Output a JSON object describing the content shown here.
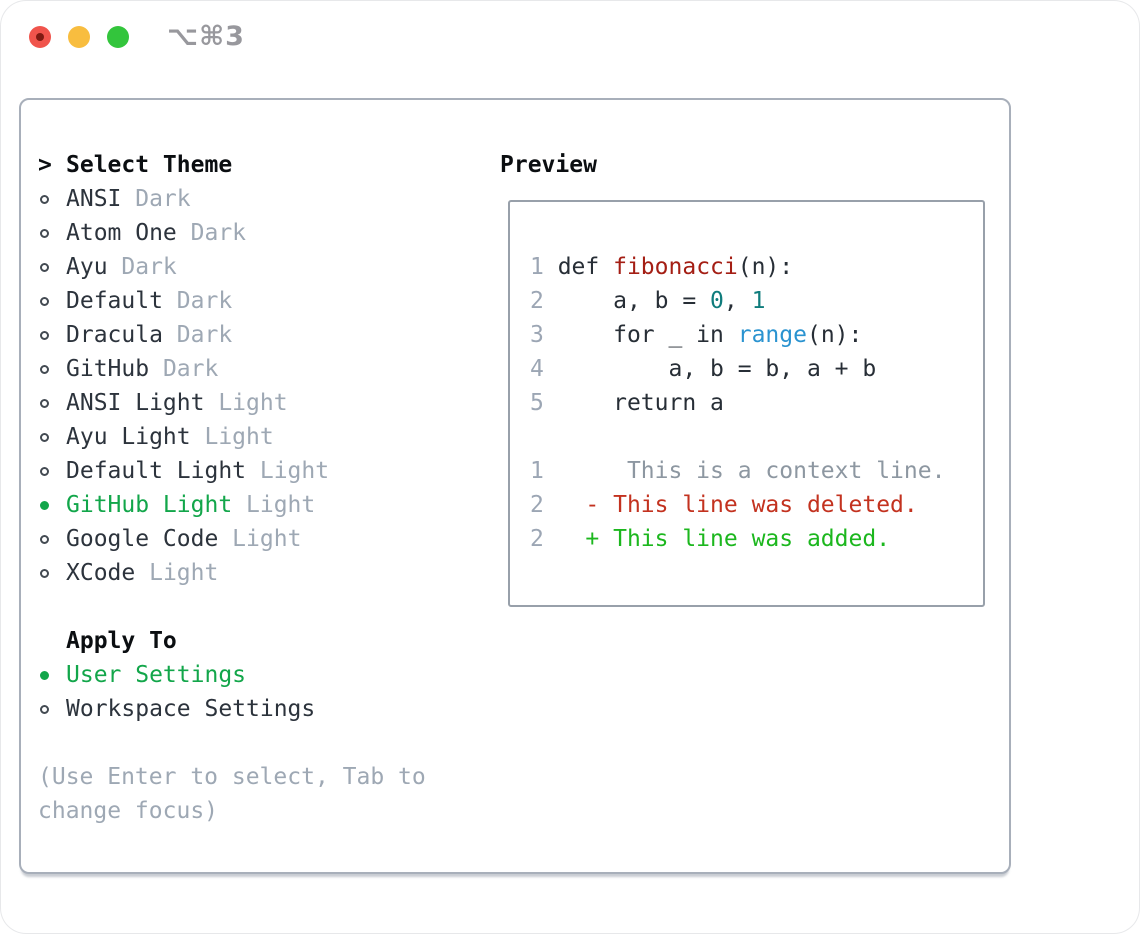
{
  "window": {
    "title": "⌥⌘3",
    "traffic_lights": [
      "close",
      "minimize",
      "zoom"
    ]
  },
  "theme_list": {
    "heading": "Select Theme",
    "cursor": ">",
    "items": [
      {
        "name": "ANSI",
        "tag": "Dark",
        "selected": false
      },
      {
        "name": "Atom One",
        "tag": "Dark",
        "selected": false
      },
      {
        "name": "Ayu",
        "tag": "Dark",
        "selected": false
      },
      {
        "name": "Default",
        "tag": "Dark",
        "selected": false
      },
      {
        "name": "Dracula",
        "tag": "Dark",
        "selected": false
      },
      {
        "name": "GitHub",
        "tag": "Dark",
        "selected": false
      },
      {
        "name": "ANSI Light",
        "tag": "Light",
        "selected": false
      },
      {
        "name": "Ayu Light",
        "tag": "Light",
        "selected": false
      },
      {
        "name": "Default Light",
        "tag": "Light",
        "selected": false
      },
      {
        "name": "GitHub Light",
        "tag": "Light",
        "selected": true
      },
      {
        "name": "Google Code",
        "tag": "Light",
        "selected": false
      },
      {
        "name": "XCode",
        "tag": "Light",
        "selected": false
      }
    ]
  },
  "apply_to": {
    "heading": "Apply To",
    "options": [
      {
        "name": "User Settings",
        "selected": true
      },
      {
        "name": "Workspace Settings",
        "selected": false
      }
    ]
  },
  "help_lines": [
    "(Use Enter to select, Tab to",
    "change focus)"
  ],
  "preview": {
    "heading": "Preview",
    "code_lines": [
      {
        "segments": [
          {
            "t": "1",
            "c": "num"
          },
          {
            "t": " def ",
            "c": "plain"
          },
          {
            "t": "fibonacci",
            "c": "func"
          },
          {
            "t": "(n):",
            "c": "plain"
          }
        ]
      },
      {
        "segments": [
          {
            "t": "2",
            "c": "num"
          },
          {
            "t": "     a, b = ",
            "c": "plain"
          },
          {
            "t": "0",
            "c": "const"
          },
          {
            "t": ", ",
            "c": "plain"
          },
          {
            "t": "1",
            "c": "const"
          }
        ]
      },
      {
        "segments": [
          {
            "t": "3",
            "c": "num"
          },
          {
            "t": "     for _ in ",
            "c": "plain"
          },
          {
            "t": "range",
            "c": "builtin"
          },
          {
            "t": "(n):",
            "c": "plain"
          }
        ]
      },
      {
        "segments": [
          {
            "t": "4",
            "c": "num"
          },
          {
            "t": "         a, b = b, a + b",
            "c": "plain"
          }
        ]
      },
      {
        "segments": [
          {
            "t": "5",
            "c": "num"
          },
          {
            "t": "     return a",
            "c": "plain"
          }
        ]
      },
      {
        "segments": []
      },
      {
        "segments": [
          {
            "t": "1",
            "c": "num"
          },
          {
            "t": "      This is a context line.",
            "c": "context"
          }
        ]
      },
      {
        "segments": [
          {
            "t": "2",
            "c": "num"
          },
          {
            "t": "   - This line was deleted.",
            "c": "deleted"
          }
        ]
      },
      {
        "segments": [
          {
            "t": "2",
            "c": "num"
          },
          {
            "t": "   + This line was added.",
            "c": "added"
          }
        ]
      }
    ]
  },
  "colors": {
    "green": "#12a64a",
    "added_green": "#1cb71e",
    "deleted_red": "#c3321f",
    "func_red": "#a41e14",
    "builtin_blue": "#2a93d0",
    "const_teal": "#0f7c7c",
    "code_plain": "#272e36",
    "item_name": "#2c333c",
    "muted": "#9ea8b4",
    "line_num": "#9ca6b4",
    "context_gray": "#8d97a1",
    "panel_border": "#a8afba",
    "preview_border": "#98a0aa",
    "title_gray": "#98989d",
    "heading_black": "#0b0e11",
    "traffic_red": "#f0544c",
    "traffic_red_dot": "#7e1a12",
    "traffic_yellow": "#f8bd3f",
    "traffic_green": "#33c53c"
  }
}
